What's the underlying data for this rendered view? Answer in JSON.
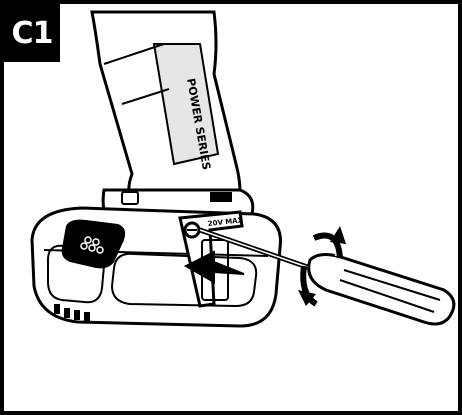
{
  "figure": {
    "step_label": "C1",
    "tool_text": "POWER SERIES",
    "battery_text": "20V MAX",
    "colors": {
      "line": "#000000",
      "fill": "#ffffff",
      "shade": "#d9d9d9",
      "dark": "#000000"
    }
  }
}
